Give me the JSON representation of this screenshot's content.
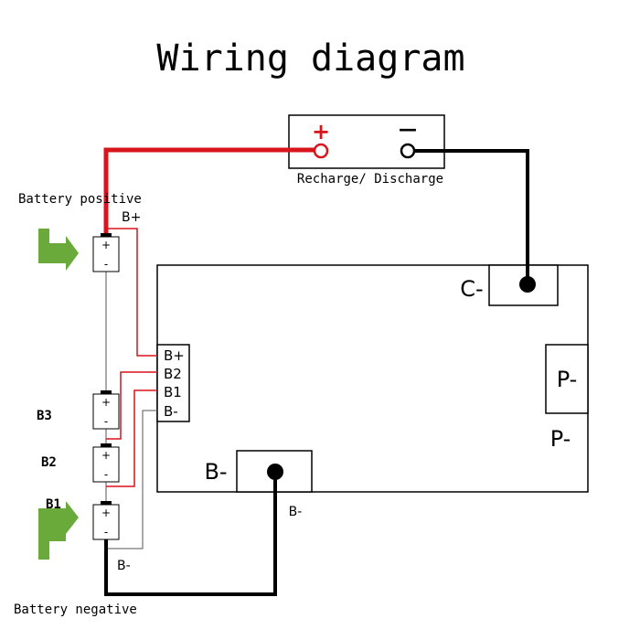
{
  "title": "Wiring diagram",
  "terminal_box": {
    "plus_symbol": "+",
    "minus_symbol": "—",
    "label": "Recharge/ Discharge"
  },
  "annotations": {
    "battery_positive": "Battery positive",
    "battery_negative": "Battery negative",
    "b_plus_top": "B+",
    "b3": "B3",
    "b2": "B2",
    "b1": "B1",
    "b_minus_bottom": "B-",
    "b_minus_under_pad": "B-"
  },
  "cell_signs": {
    "plus": "+",
    "minus": "-"
  },
  "board": {
    "connector_labels": [
      "B+",
      "B2",
      "B1",
      "B-"
    ],
    "c_minus": "C-",
    "p_minus_pad": "P-",
    "p_minus_outside": "P-",
    "b_minus_pad": "B-"
  },
  "colors": {
    "red_wire": "#d8141c",
    "black_wire": "#000000",
    "arrow_green": "#6aaa3a",
    "thin_wire": "#555555"
  }
}
